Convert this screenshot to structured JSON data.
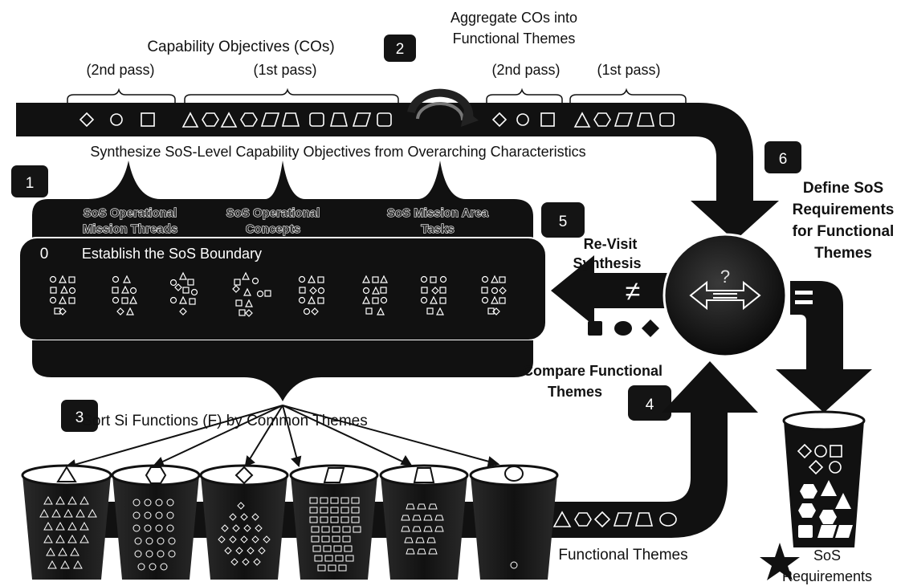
{
  "labels": {
    "capability_objectives": "Capability Objectives (COs)",
    "second_pass_left": "(2nd pass)",
    "first_pass_left": "(1st pass)",
    "aggregate_line1": "Aggregate COs into",
    "aggregate_line2": "Functional Themes",
    "second_pass_right": "(2nd pass)",
    "first_pass_right": "(1st pass)",
    "synthesize": "Synthesize SoS-Level Capability Objectives from Overarching Characteristics",
    "mission_threads_line1": "SoS Operational",
    "mission_threads_line2": "Mission Threads",
    "op_concepts_line1": "SoS Operational",
    "op_concepts_line2": "Concepts",
    "mission_area_line1": "SoS Mission Area",
    "mission_area_line2": "Tasks",
    "establish": "Establish the SoS Boundary",
    "revisit_line1": "Re-Visit",
    "revisit_line2": "Synthesis",
    "define_line1": "Define SoS",
    "define_line2": "Requirements",
    "define_line3": "for Functional",
    "define_line4": "Themes",
    "compare_line1": "Compare Functional",
    "compare_line2": "Themes",
    "sort": "Sort Si Functions (F) by Common Themes",
    "functional_themes": "Functional Themes",
    "sos_req_line1": "SoS",
    "sos_req_line2": "Requirements",
    "not_equal": "≠",
    "question": "?"
  },
  "badges": {
    "step0": "0",
    "step1": "1",
    "step2": "2",
    "step3": "3",
    "step4": "4",
    "step5": "5",
    "step6": "6"
  },
  "colors": {
    "band": "#111111",
    "badge": "#141414",
    "background": "#ffffff"
  },
  "icons": [
    "triangle-icon",
    "hexagon-icon",
    "diamond-icon",
    "parallelogram-icon",
    "trapezoid-icon",
    "circle-icon",
    "star-icon"
  ]
}
